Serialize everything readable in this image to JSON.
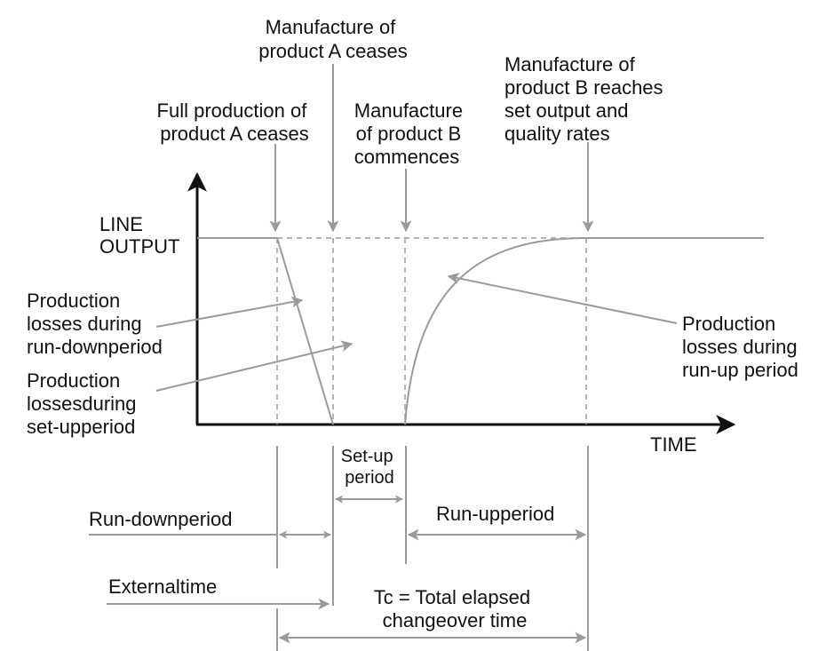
{
  "colors": {
    "line": "#9a9a9a",
    "axis": "#111111",
    "text": "#111111"
  },
  "events": {
    "full_production_a_ceases": [
      "Full production of",
      "product A ceases"
    ],
    "manufacture_a_ceases": [
      "Manufacture of",
      "product A ceases"
    ],
    "manufacture_b_commences": [
      "Manufacture",
      "of product B",
      "commences"
    ],
    "manufacture_b_reaches_rates": [
      "Manufacture of",
      "product B reaches",
      "set output and",
      "quality rates"
    ]
  },
  "axes": {
    "y_label": [
      "LINE",
      "OUTPUT"
    ],
    "x_label": "TIME"
  },
  "losses": {
    "run_down": [
      "Production",
      "losses during",
      "run-downperiod"
    ],
    "set_up": [
      "Production",
      "lossesduring",
      "set-upperiod"
    ],
    "run_up": [
      "Production",
      "losses during",
      "run-up period"
    ]
  },
  "periods": {
    "set_up": [
      "Set-up",
      "period"
    ],
    "run_down": "Run-downperiod",
    "run_up": "Run-upperiod",
    "external_time": "Externaltime",
    "total": [
      "Tc = Total elapsed",
      "changeover time"
    ]
  }
}
